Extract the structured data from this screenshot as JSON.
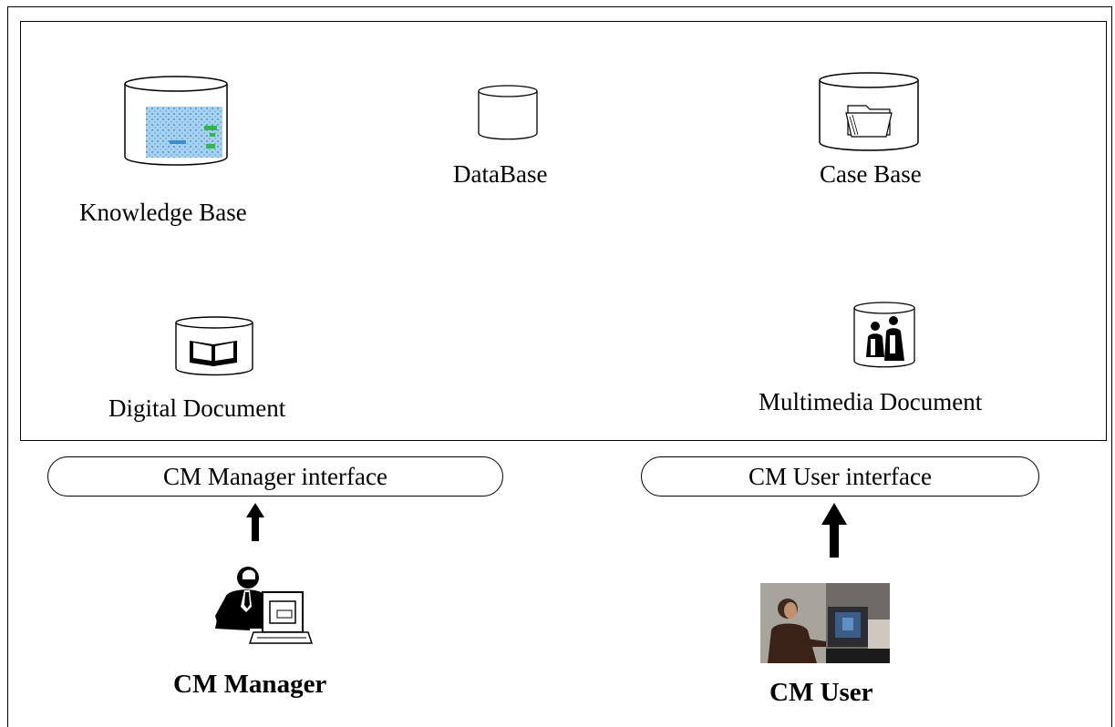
{
  "stores": {
    "knowledge_base": {
      "label": "Knowledge Base",
      "icon": "database-cylinder-icon"
    },
    "database": {
      "label": "DataBase",
      "icon": "database-cylinder-icon"
    },
    "case_base": {
      "label": "Case Base",
      "icon": "database-cylinder-icon"
    },
    "digital_document": {
      "label": "Digital Document",
      "icon": "database-cylinder-icon"
    },
    "multimedia_document": {
      "label": "Multimedia Document",
      "icon": "database-cylinder-icon"
    }
  },
  "interfaces": {
    "manager": {
      "label": "CM Manager interface"
    },
    "user": {
      "label": "CM User interface"
    }
  },
  "actors": {
    "manager": {
      "label": "CM Manager",
      "icon": "person-at-computer-icon"
    },
    "user": {
      "label": "CM User",
      "icon": "user-photo-icon"
    }
  },
  "colors": {
    "kb_pattern_bg": "#a9d0ec",
    "kb_pattern_dot": "#5aa6d8",
    "kb_pattern_green": "#2db84a"
  }
}
